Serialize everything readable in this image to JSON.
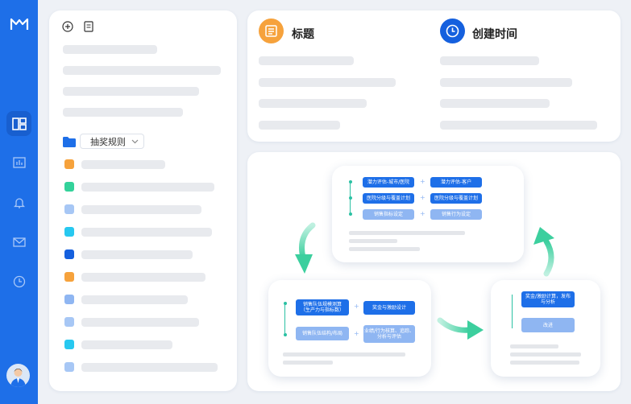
{
  "sidebar_icons": [
    "logo-icon",
    "dashboard-icon",
    "chart-icon",
    "bell-icon",
    "mail-icon",
    "clock-icon",
    "avatar"
  ],
  "list_panel": {
    "folder_label": "抽奖规则",
    "item_colors": [
      "#f6a23c",
      "#33d29a",
      "#a7c7f5",
      "#27c8f0",
      "#1560de",
      "#f6a23c",
      "#8fb6f2",
      "#a7c7f5",
      "#27c8f0",
      "#a7c7f5"
    ]
  },
  "header": {
    "title_col": "标题",
    "time_col": "创建时间"
  },
  "flow": {
    "top": {
      "a1": "潜力评估-城市/医院",
      "a2": "潜力评估-客户",
      "b1": "医院分级与覆盖计划",
      "b2": "医院分级与覆盖计划",
      "c1": "销售指标设定",
      "c2": "销售行为设定"
    },
    "left": {
      "a1": "销售队伍规模测算\n（生产力与指标数）",
      "a2": "奖金与激励设计",
      "b1": "销售队伍结构/布局",
      "b2": "业绩/行为核算、追踪、\n分析与评估"
    },
    "right": {
      "a1": "奖金/激励计算，发布\n与分析",
      "b1": "改进"
    }
  }
}
